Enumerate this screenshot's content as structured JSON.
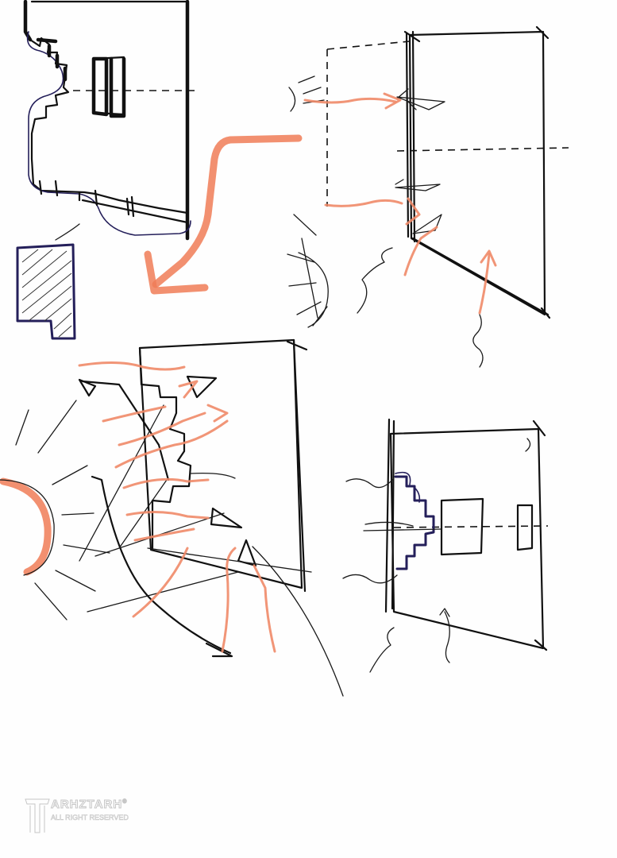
{
  "watermark": {
    "brand": "ARHZTARH",
    "tagline": "ALL RIGHT RESERVED",
    "symbol": "®",
    "logo_icon": "tarh-column-logo"
  },
  "colors": {
    "ink": "#111111",
    "marker_orange": "#f08a68",
    "ink_blue": "#241f5a",
    "paper": "#fefefe"
  }
}
